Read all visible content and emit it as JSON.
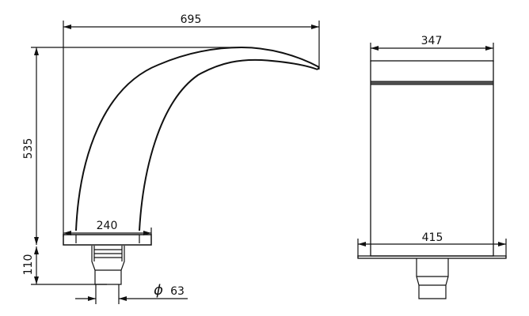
{
  "drawing": {
    "side_view": {
      "overall_width": "695",
      "overall_height": "535",
      "base_width": "240",
      "connector_height": "110",
      "connector_diameter_symbol": "ϕ",
      "connector_diameter": "63"
    },
    "front_view": {
      "top_width": "347",
      "base_width": "415"
    }
  }
}
